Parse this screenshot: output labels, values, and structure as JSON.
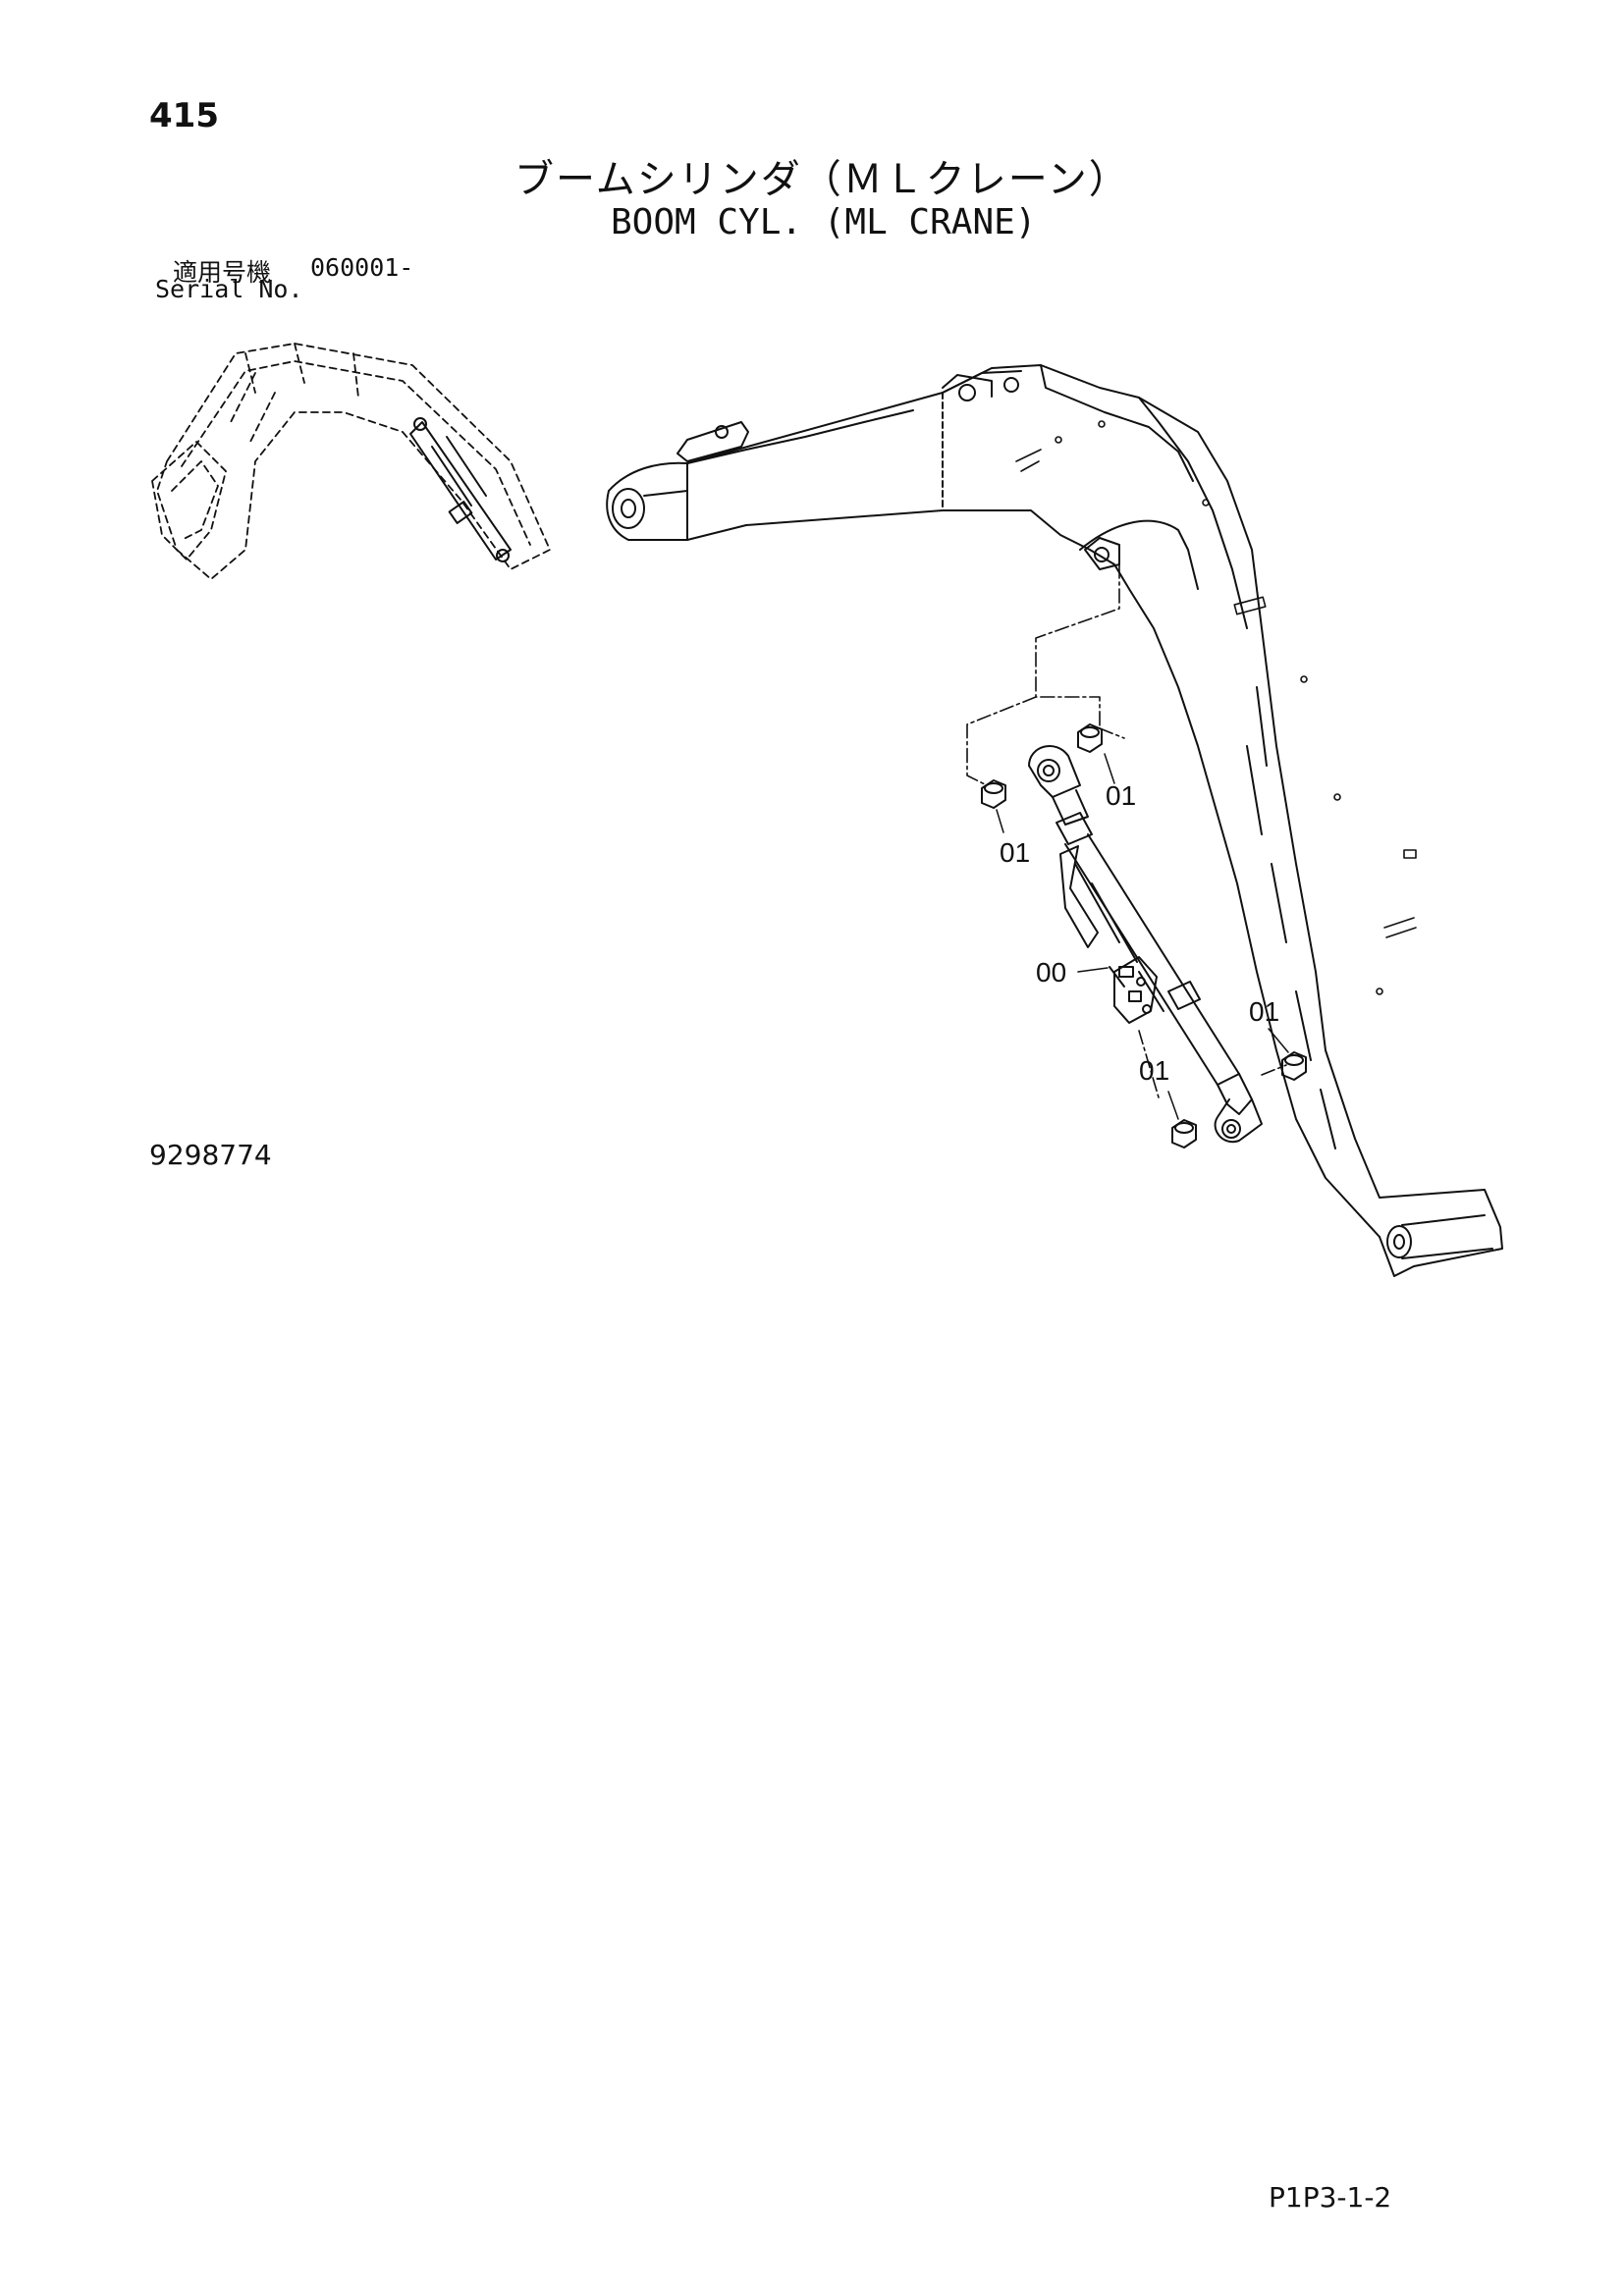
{
  "header": {
    "page_number": "415",
    "title_jp": "ブームシリンダ（ＭＬクレーン）",
    "title_en": "BOOM CYL. (ML CRANE)"
  },
  "serial": {
    "label_jp": "適用号機",
    "value": "060001-",
    "label_en": "Serial No."
  },
  "callouts": {
    "c1": "01",
    "c2": "01",
    "c3": "00",
    "c4": "01",
    "c5": "01"
  },
  "footer": {
    "drawing_number": "9298774",
    "page_code": "P1P3-1-2"
  }
}
